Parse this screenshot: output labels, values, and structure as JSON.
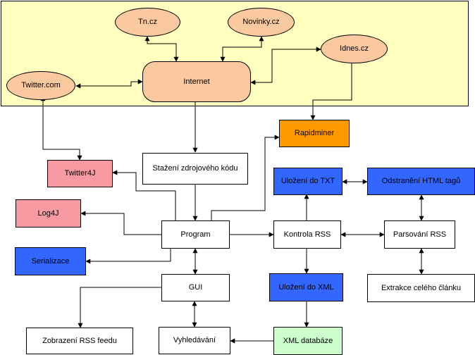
{
  "nodes": {
    "tn": "Tn.cz",
    "novinky": "Novinky.cz",
    "idnes": "Idnes.cz",
    "twitter_com": "Twitter.com",
    "internet": "Internet",
    "rapidminer": "Rapidminer",
    "twitter4j": "Twitter4J",
    "stazeni": "Stažení zdrojového kódu",
    "log4j": "Log4J",
    "program": "Program",
    "serializace": "Serializace",
    "gui": "GUI",
    "zobrazeni": "Zobrazení RSS feedu",
    "vyhledavani": "Vyhledávání",
    "ulozeni_txt": "Uložení do TXT",
    "odstraneni_html": "Odstranění HTML tagů",
    "kontrola_rss": "Kontrola RSS",
    "parsovani_rss": "Parsování RSS",
    "ulozeni_xml": "Uložení do XML",
    "extrakce": "Extrakce celého článku",
    "xml_databaze": "XML databáze"
  },
  "colors": {
    "region": "#ffffc0",
    "peach": "#fbc9a0",
    "pink": "#f89aa1",
    "blue": "#3366ff",
    "orange": "#ff9900",
    "green": "#ccffcc",
    "line": "#000000"
  }
}
